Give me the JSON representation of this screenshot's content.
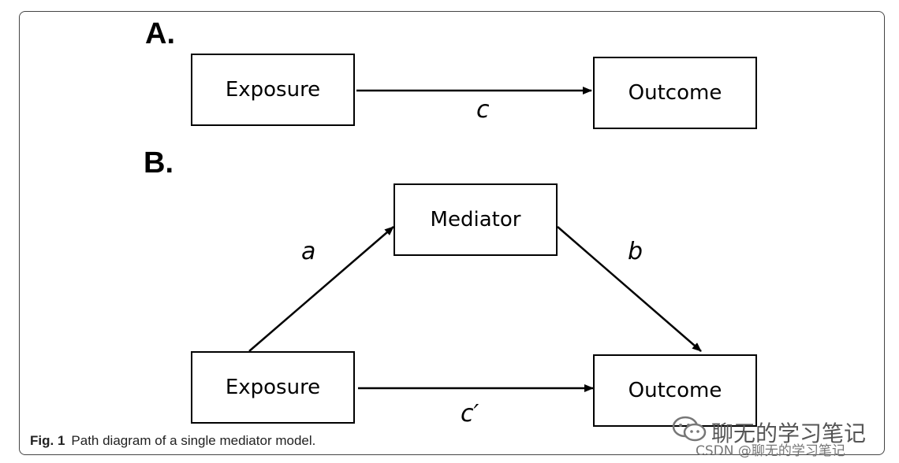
{
  "panels": {
    "a": {
      "label": "A.",
      "exposure": "Exposure",
      "outcome": "Outcome",
      "path_c": "c"
    },
    "b": {
      "label": "B.",
      "mediator": "Mediator",
      "exposure": "Exposure",
      "outcome": "Outcome",
      "path_a": "a",
      "path_b": "b",
      "path_c_prime": "c′"
    }
  },
  "caption": {
    "fig": "Fig. 1",
    "text": "Path diagram of a single mediator model."
  },
  "watermark": {
    "icon": "wechat-icon",
    "title": "聊无的学习笔记",
    "sub": "CSDN @聊无的学习笔记"
  }
}
